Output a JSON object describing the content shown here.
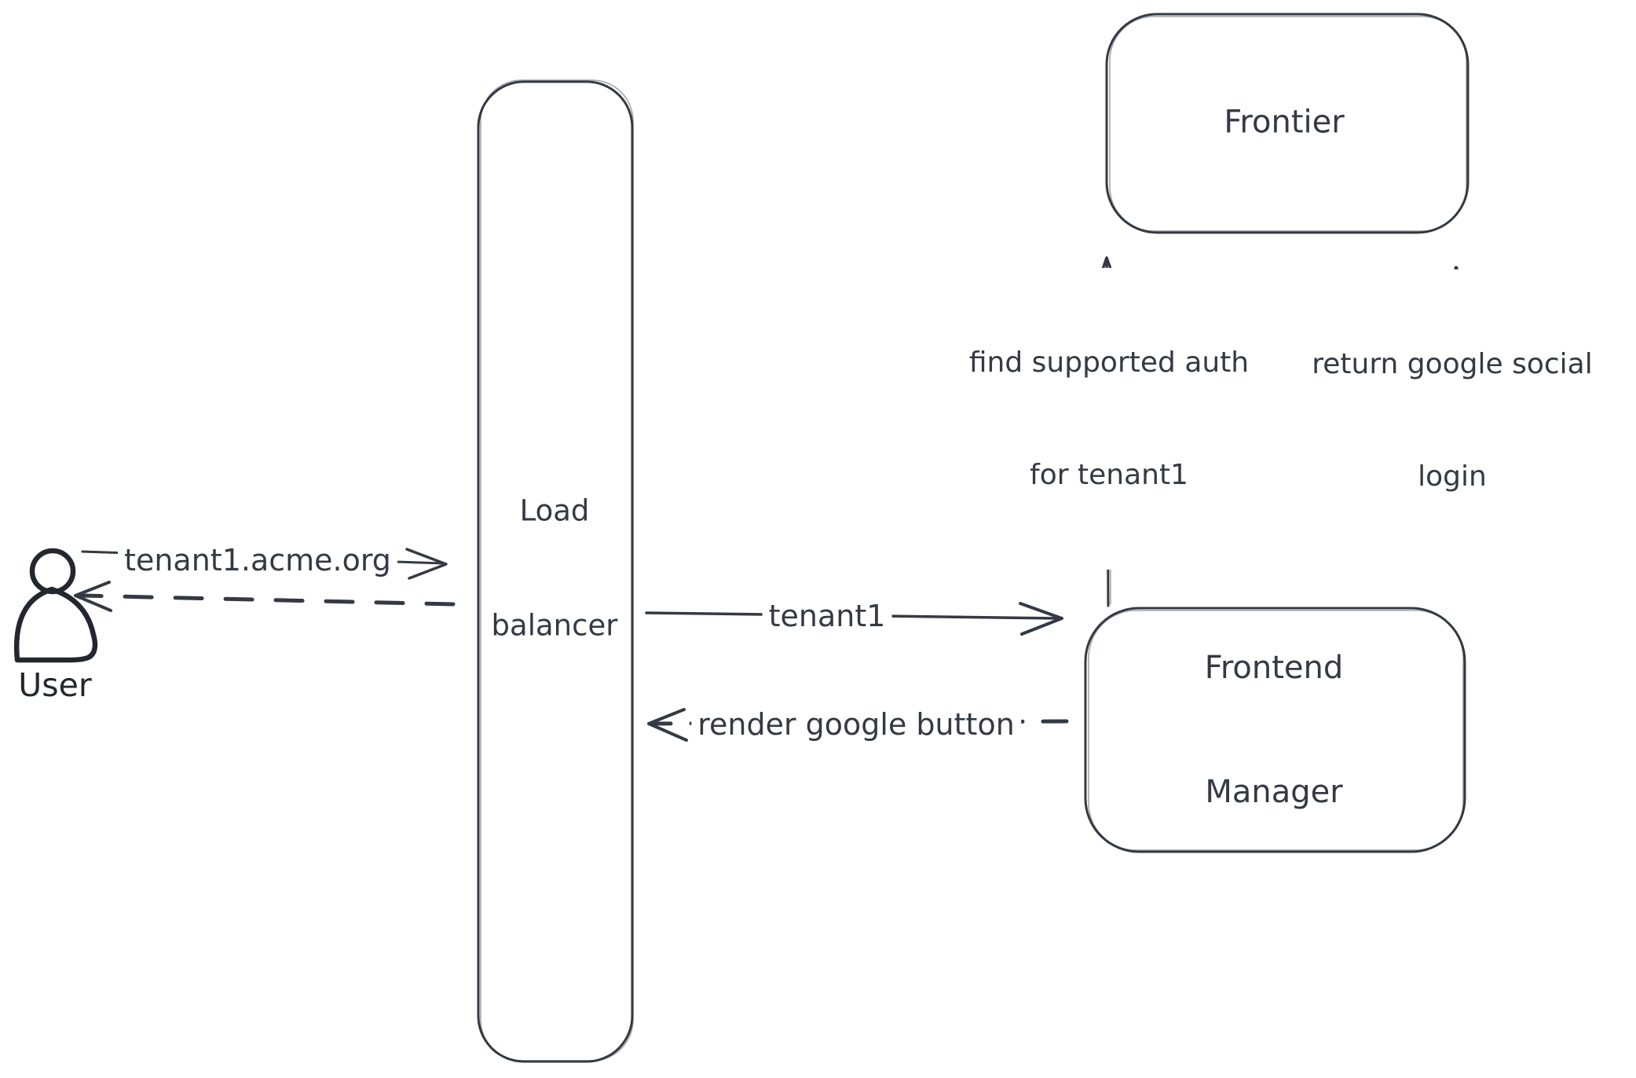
{
  "colors": {
    "ink": "#343a43",
    "ink-strong": "#23272e",
    "hatch": "#ccd3da",
    "bg": "#ffffff"
  },
  "nodes": {
    "user": {
      "label": "User"
    },
    "load_balancer": {
      "line1": "Load",
      "line2": "balancer"
    },
    "frontier": {
      "label": "Frontier"
    },
    "frontend_manager": {
      "line1": "Frontend",
      "line2": "Manager"
    }
  },
  "edges": {
    "user_to_lb": {
      "label": "tenant1.acme.org",
      "style": "solid",
      "direction": "right"
    },
    "lb_to_user": {
      "style": "dashed",
      "direction": "left"
    },
    "lb_to_fm": {
      "label": "tenant1",
      "style": "solid",
      "direction": "right"
    },
    "fm_to_lb": {
      "label": "render google button",
      "style": "dashed",
      "direction": "left"
    },
    "fm_to_frontier": {
      "line1": "find supported auth",
      "line2": "for tenant1",
      "style": "solid",
      "direction": "up"
    },
    "frontier_to_fm": {
      "line1": "return google social",
      "line2": "login",
      "style": "dashed",
      "direction": "down"
    }
  }
}
